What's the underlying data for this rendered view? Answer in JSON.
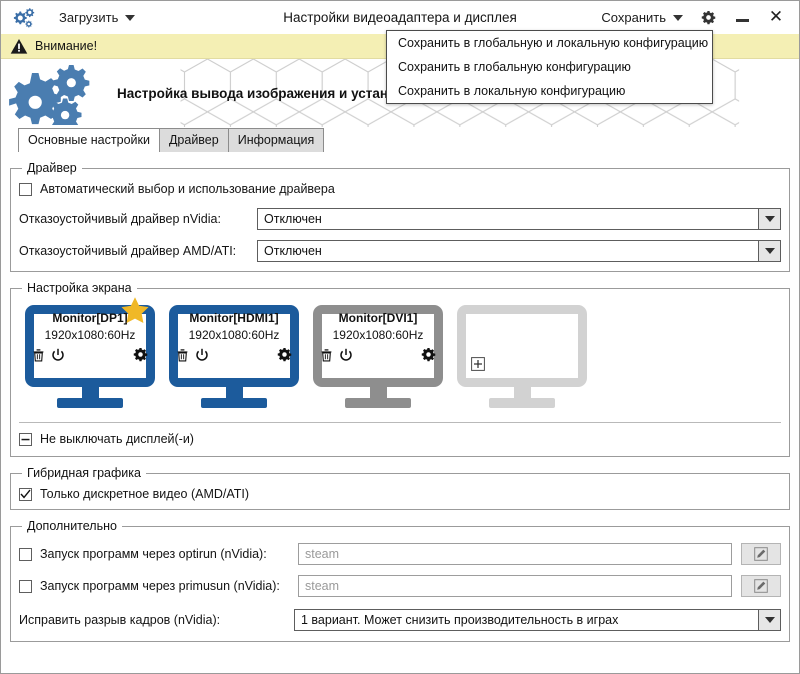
{
  "titlebar": {
    "app_icon": "gears-icon",
    "load_label": "Загрузить",
    "title": "Настройки видеоадаптера и дисплея",
    "save_label": "Сохранить",
    "settings_icon": "gear-icon",
    "minimize_icon": "minimize-icon",
    "close_icon": "close-icon",
    "close_glyph": "✕"
  },
  "save_menu": {
    "items": [
      "Сохранить в глобальную и локальную конфигурацию",
      "Сохранить в глобальную конфигурацию",
      "Сохранить в локальную конфигурацию"
    ]
  },
  "warning": {
    "icon": "warning-triangle-icon",
    "text": "Внимание!",
    "bg_color": "#f4efb4"
  },
  "hero": {
    "logo_icon": "gears-logo-icon",
    "title": "Настройка вывода изображения и установка драйвера видеокарты"
  },
  "tabs": [
    {
      "label": "Основные настройки",
      "active": true
    },
    {
      "label": "Драйвер",
      "active": false
    },
    {
      "label": "Информация",
      "active": false
    }
  ],
  "driver_group": {
    "legend": "Драйвер",
    "auto_checkbox": {
      "label": "Автоматический выбор и использование драйвера",
      "state": "unchecked"
    },
    "nvidia": {
      "label": "Отказоустойчивый драйвер nVidia:",
      "value": "Отключен"
    },
    "amd": {
      "label": "Отказоустойчивый драйвер AMD/ATI:",
      "value": "Отключен"
    }
  },
  "screen_group": {
    "legend": "Настройка экрана",
    "monitors": [
      {
        "name": "Monitor[DP1]",
        "resolution": "1920x1080:60Hz",
        "state": "active",
        "primary": true,
        "star_icon": "star-icon",
        "icons": [
          "trash-icon",
          "power-icon",
          "gear-icon"
        ]
      },
      {
        "name": "Monitor[HDMI1]",
        "resolution": "1920x1080:60Hz",
        "state": "active",
        "primary": false,
        "icons": [
          "trash-icon",
          "power-icon",
          "gear-icon"
        ]
      },
      {
        "name": "Monitor[DVI1]",
        "resolution": "1920x1080:60Hz",
        "state": "disabled",
        "primary": false,
        "icons": [
          "trash-icon",
          "power-icon",
          "gear-icon"
        ]
      },
      {
        "name": "",
        "resolution": "",
        "state": "empty",
        "primary": false,
        "icons": [
          "plus-icon"
        ]
      }
    ],
    "keep_on_checkbox": {
      "label": "Не выключать дисплей(-и)",
      "state": "indeterminate"
    }
  },
  "hybrid_group": {
    "legend": "Гибридная графика",
    "discrete_checkbox": {
      "label": "Только дискретное видео (AMD/ATI)",
      "state": "checked"
    }
  },
  "extra_group": {
    "legend": "Дополнительно",
    "optirun": {
      "label": "Запуск программ через optirun (nVidia):",
      "state": "unchecked",
      "placeholder": "steam",
      "edit_icon": "edit-pencil-icon"
    },
    "primusrun": {
      "label": "Запуск программ через primusun (nVidia):",
      "state": "unchecked",
      "placeholder": "steam",
      "edit_icon": "edit-pencil-icon"
    },
    "tearing": {
      "label": "Исправить разрыв кадров (nVidia):",
      "value": "1 вариант. Может снизить производительность в играх"
    }
  },
  "colors": {
    "accent_blue": "#1c5b9c",
    "monitor_gray": "#8e8e8e",
    "monitor_empty": "#d2d2d2",
    "star_gold": "#f0b827",
    "warning_bg": "#f4efb4"
  }
}
